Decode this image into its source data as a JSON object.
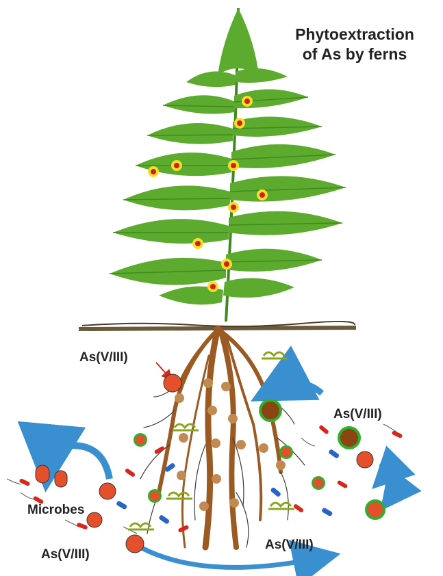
{
  "title": {
    "line1": "Phytoextraction",
    "line2": "of As by ferns"
  },
  "labels": {
    "as_root": "As(V/III)",
    "as_right": "As(V/III)",
    "microbes": "Microbes",
    "as_bottom_left": "As(V/III)",
    "as_bottom_right": "As(V/III)"
  },
  "colors": {
    "frond": "#5cab2e",
    "frond_dark": "#3f8a1e",
    "root": "#9a5a22",
    "arsenic": "#e4502c",
    "arsenic_core": "#d81c1c",
    "arsenic_ring": "#f4e02a",
    "uptake_arrow": "#3a8fd0",
    "soil": "#5a4a30"
  }
}
